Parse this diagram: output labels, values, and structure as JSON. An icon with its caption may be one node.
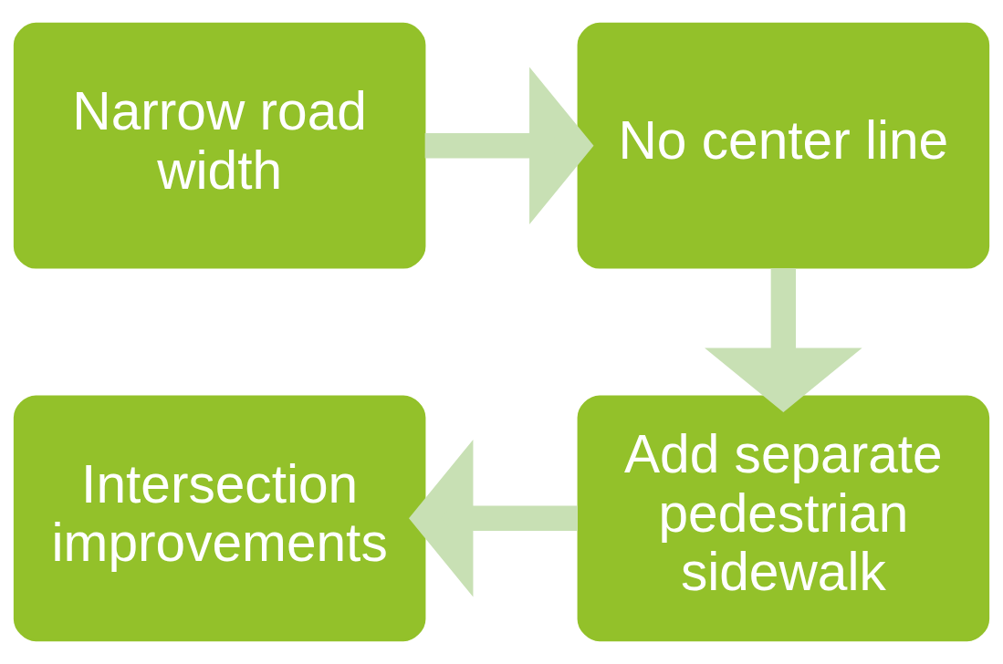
{
  "diagram": {
    "nodes": [
      {
        "text": [
          "Narrow road width"
        ]
      },
      {
        "text": [
          "No center line"
        ]
      },
      {
        "text": [
          "Add separate pedestrian sidewalk"
        ]
      },
      {
        "text": [
          "Intersection improvements"
        ]
      }
    ],
    "edges": [
      {
        "from": 0,
        "to": 1,
        "arrow": "to"
      },
      {
        "from": 1,
        "to": 2,
        "arrow": "to"
      },
      {
        "from": 2,
        "to": 3,
        "arrow": "to"
      }
    ]
  }
}
